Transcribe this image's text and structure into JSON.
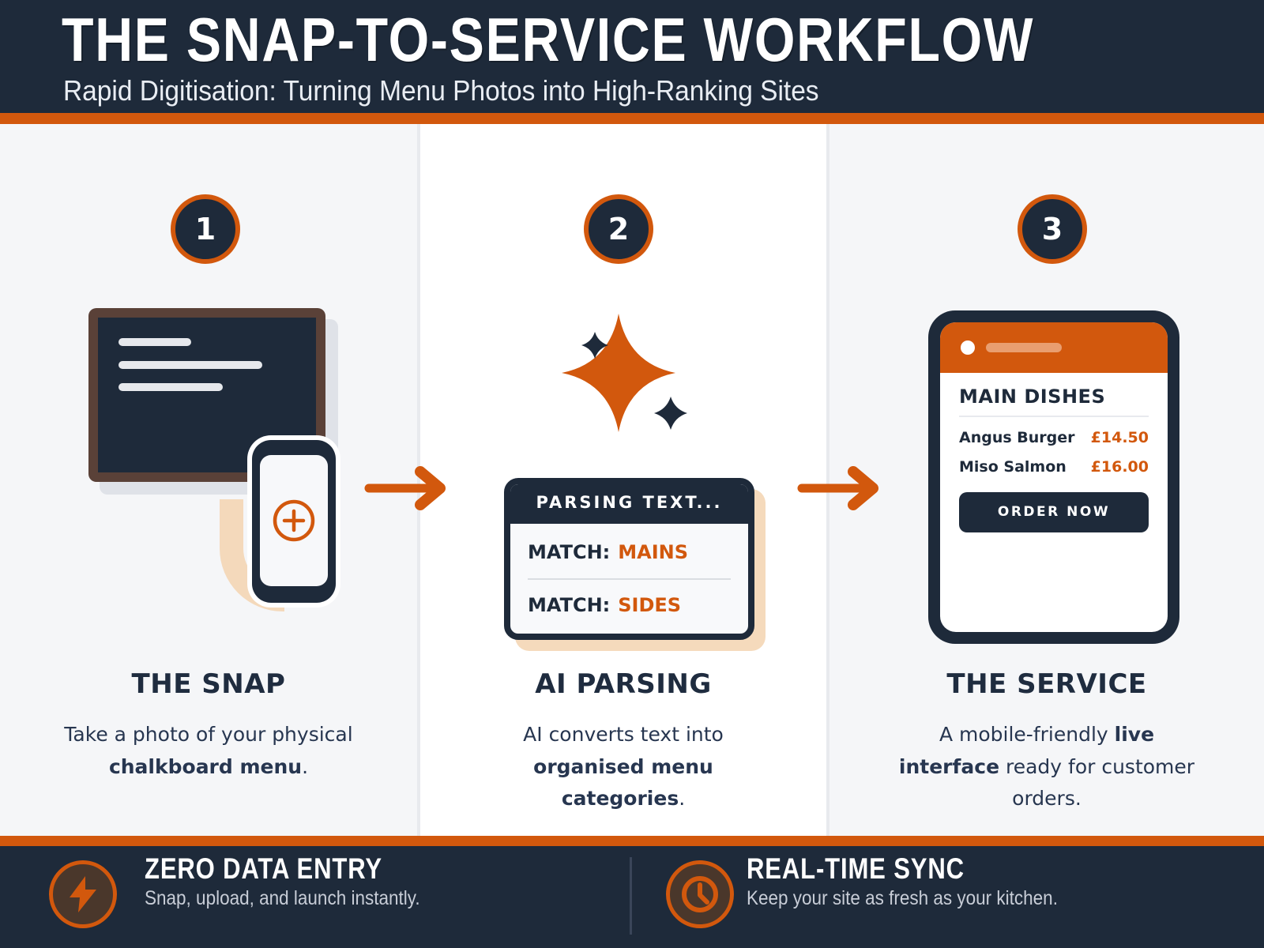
{
  "colors": {
    "navy": "#1e2a3a",
    "orange_accent": "#d2580d",
    "peach": "#f4d9bb",
    "salmon": "#e99e70",
    "brown_frame": "#5a4138",
    "column_bg": "#f5f6f8",
    "footer_icon_fill": "#4a372b"
  },
  "header": {
    "title": "THE SNAP-TO-SERVICE WORKFLOW",
    "subtitle": "Rapid Digitisation: Turning Menu Photos into High-Ranking Sites"
  },
  "steps": [
    {
      "number": "1",
      "title": "THE SNAP",
      "description": [
        {
          "text": "Take a photo of your physical"
        },
        {
          "br": true
        },
        {
          "text": "chalkboard menu",
          "bold": true
        },
        {
          "text": "."
        }
      ]
    },
    {
      "number": "2",
      "title": "AI PARSING",
      "description": [
        {
          "text": "AI converts text into"
        },
        {
          "br": true
        },
        {
          "text": "organised menu",
          "bold": true
        },
        {
          "br": true
        },
        {
          "text": "categories",
          "bold": true
        },
        {
          "text": "."
        }
      ]
    },
    {
      "number": "3",
      "title": "THE SERVICE",
      "description": [
        {
          "text": "A mobile-friendly "
        },
        {
          "text": "live",
          "bold": true
        },
        {
          "br": true
        },
        {
          "text": "interface",
          "bold": true
        },
        {
          "text": " ready for customer"
        },
        {
          "br": true
        },
        {
          "text": "orders."
        }
      ]
    }
  ],
  "parsing_card": {
    "header": "PARSING TEXT...",
    "matches": [
      {
        "label": "MATCH:",
        "value": "MAINS"
      },
      {
        "label": "MATCH:",
        "value": "SIDES"
      }
    ]
  },
  "phone_preview": {
    "section_title": "MAIN DISHES",
    "items": [
      {
        "name": "Angus Burger",
        "price": "£14.50"
      },
      {
        "name": "Miso Salmon",
        "price": "£16.00"
      }
    ],
    "button_label": "ORDER NOW"
  },
  "footer": {
    "items": [
      {
        "icon": "lightning-icon",
        "title": "ZERO DATA ENTRY",
        "subtitle": "Snap, upload, and launch instantly."
      },
      {
        "icon": "clock-icon",
        "title": "REAL-TIME SYNC",
        "subtitle": "Keep your site as fresh as your kitchen."
      }
    ]
  }
}
